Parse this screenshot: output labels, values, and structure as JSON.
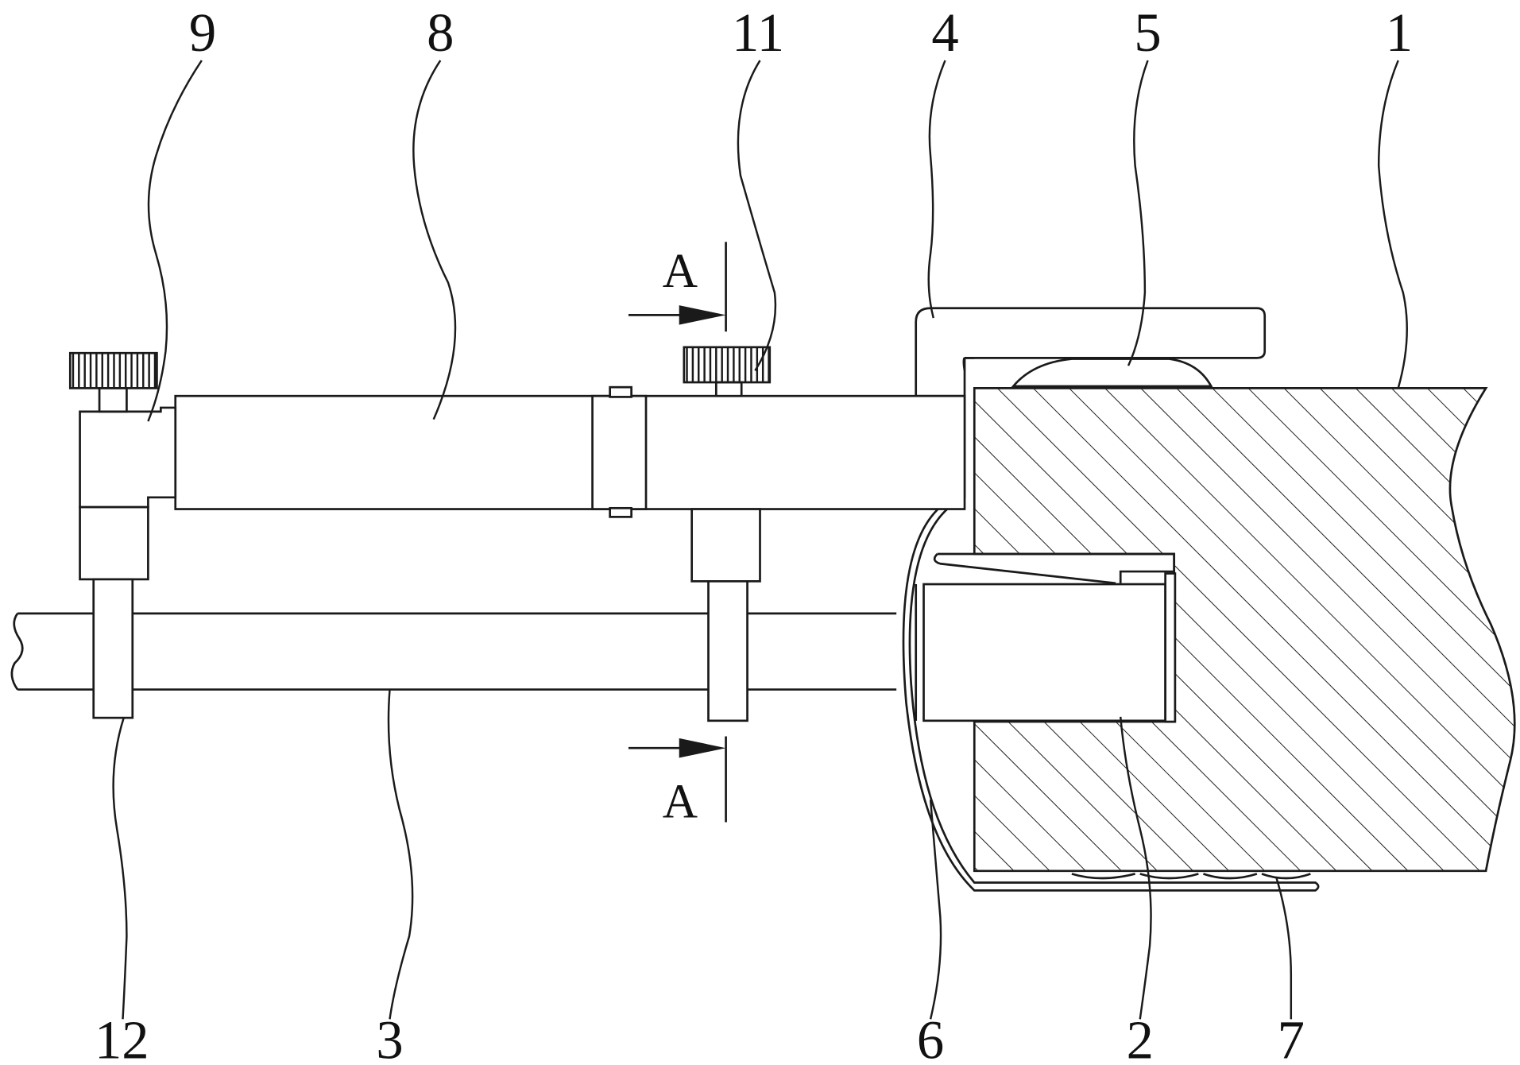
{
  "labels": {
    "top": [
      "9",
      "8",
      "11",
      "4",
      "5",
      "1"
    ],
    "bottom": [
      "12",
      "3",
      "6",
      "2",
      "7"
    ]
  },
  "section": {
    "upper": "A",
    "lower": "A"
  }
}
